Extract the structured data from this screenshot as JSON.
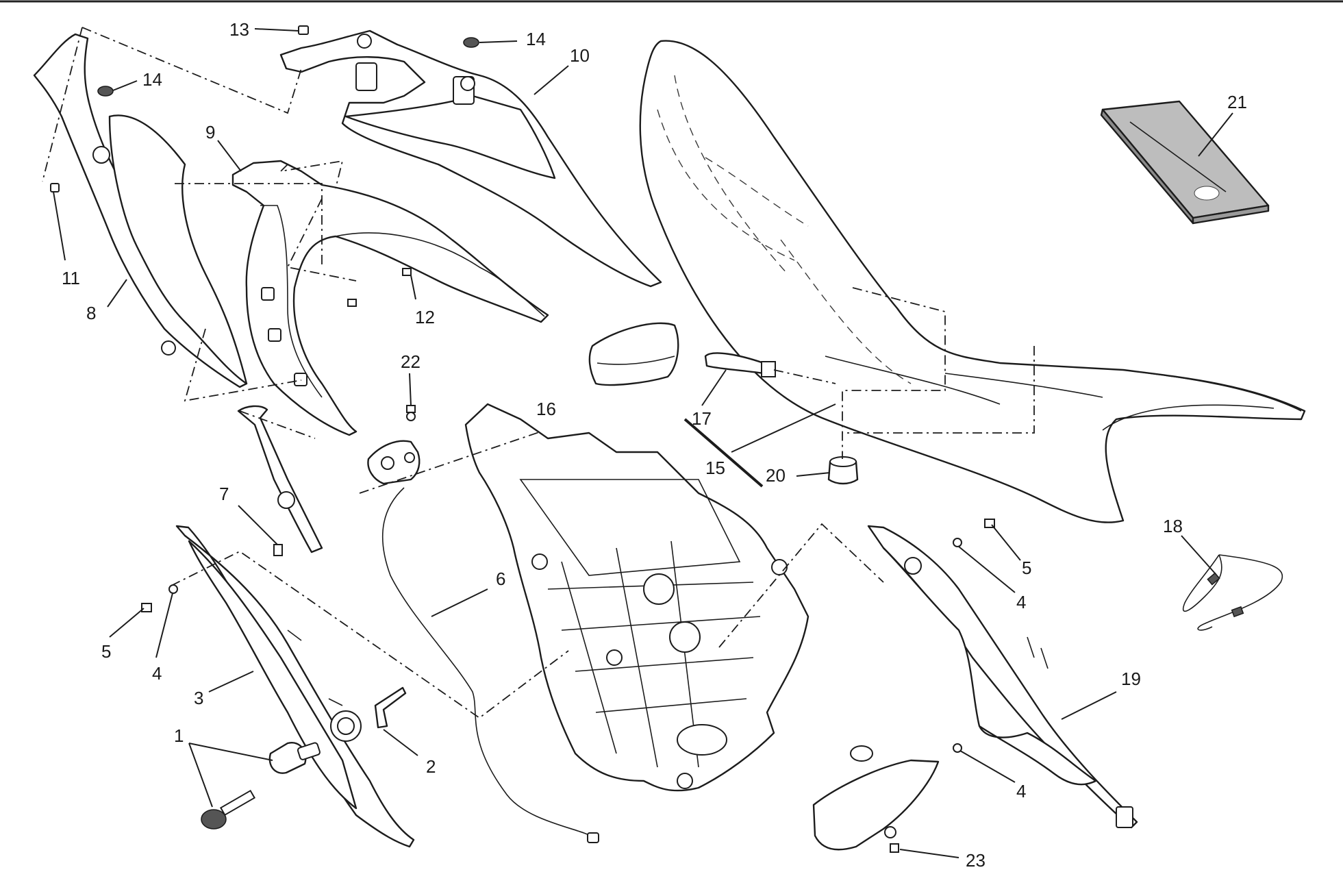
{
  "diagram": {
    "callouts": [
      {
        "id": "c13",
        "text": "13"
      },
      {
        "id": "c14a",
        "text": "14"
      },
      {
        "id": "c14b",
        "text": "14"
      },
      {
        "id": "c10",
        "text": "10"
      },
      {
        "id": "c9",
        "text": "9"
      },
      {
        "id": "c11",
        "text": "11"
      },
      {
        "id": "c8",
        "text": "8"
      },
      {
        "id": "c12",
        "text": "12"
      },
      {
        "id": "c21",
        "text": "21"
      },
      {
        "id": "c22",
        "text": "22"
      },
      {
        "id": "c16",
        "text": "16"
      },
      {
        "id": "c17",
        "text": "17"
      },
      {
        "id": "c15",
        "text": "15"
      },
      {
        "id": "c20",
        "text": "20"
      },
      {
        "id": "c7",
        "text": "7"
      },
      {
        "id": "c6",
        "text": "6"
      },
      {
        "id": "c18",
        "text": "18"
      },
      {
        "id": "c5a",
        "text": "5"
      },
      {
        "id": "c5b",
        "text": "5"
      },
      {
        "id": "c4a",
        "text": "4"
      },
      {
        "id": "c4b",
        "text": "4"
      },
      {
        "id": "c4c",
        "text": "4"
      },
      {
        "id": "c3",
        "text": "3"
      },
      {
        "id": "c19",
        "text": "19"
      },
      {
        "id": "c1",
        "text": "1"
      },
      {
        "id": "c2",
        "text": "2"
      },
      {
        "id": "c23",
        "text": "23"
      }
    ]
  }
}
